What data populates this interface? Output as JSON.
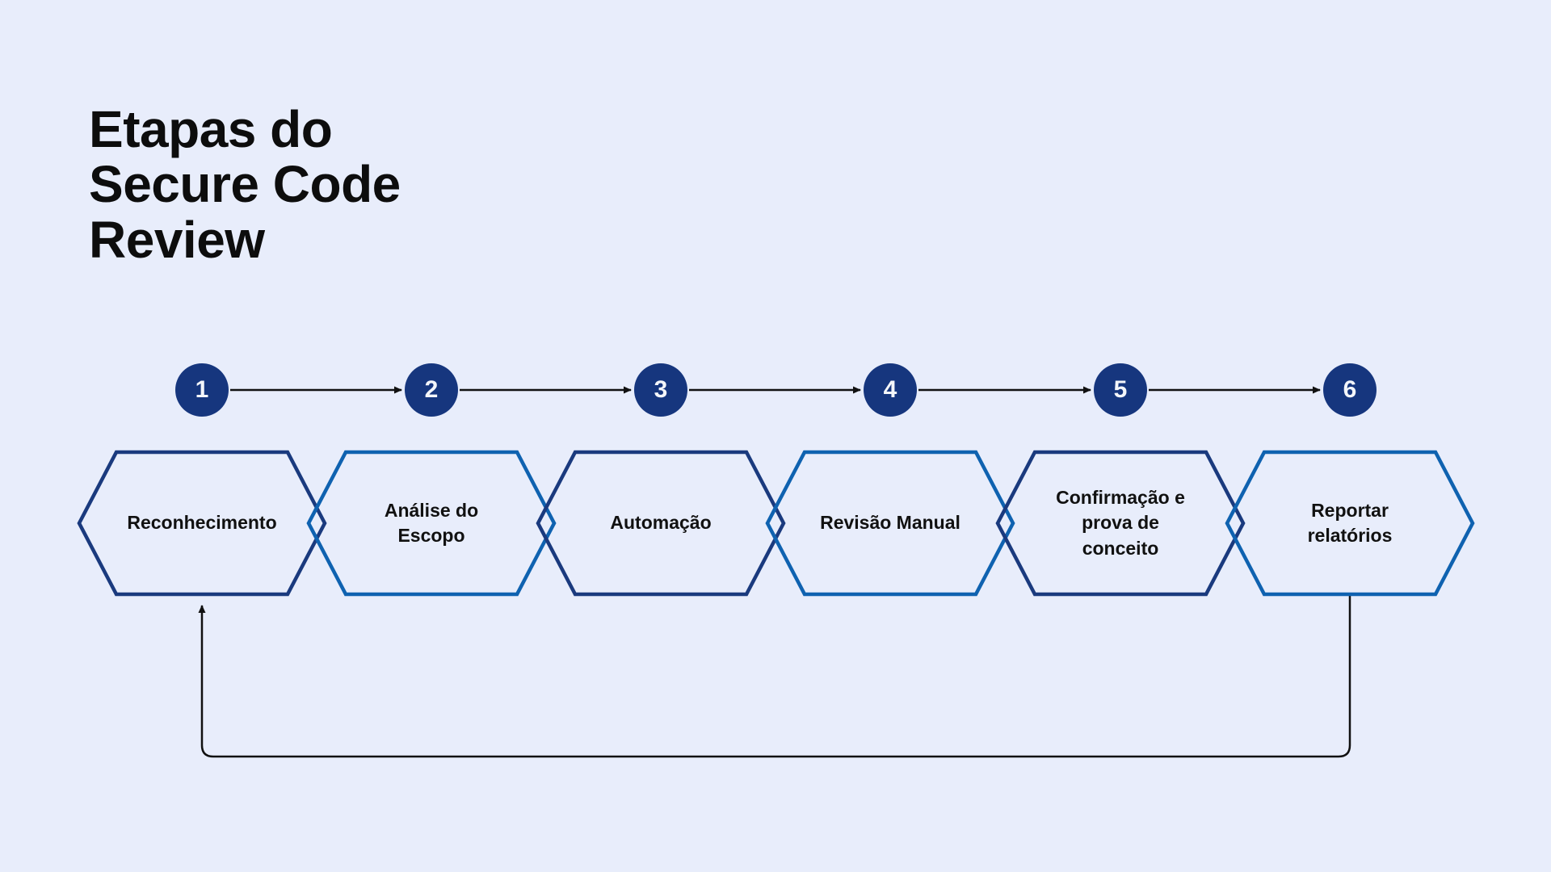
{
  "title": "Etapas do\nSecure Code\nReview",
  "colors": {
    "background": "#e8edfb",
    "circle_fill": "#16367e",
    "hex_dark_border": "#1a3a7e",
    "hex_light_border": "#0f62b0",
    "connector": "#111111",
    "number_text": "#f4f6fa",
    "label_text": "#111111"
  },
  "steps": [
    {
      "number": "1",
      "label": "Reconhecimento"
    },
    {
      "number": "2",
      "label": "Análise do Escopo"
    },
    {
      "number": "3",
      "label": "Automação"
    },
    {
      "number": "4",
      "label": "Revisão Manual"
    },
    {
      "number": "5",
      "label": "Confirmação e prova de conceito"
    },
    {
      "number": "6",
      "label": "Reportar relatórios"
    }
  ]
}
